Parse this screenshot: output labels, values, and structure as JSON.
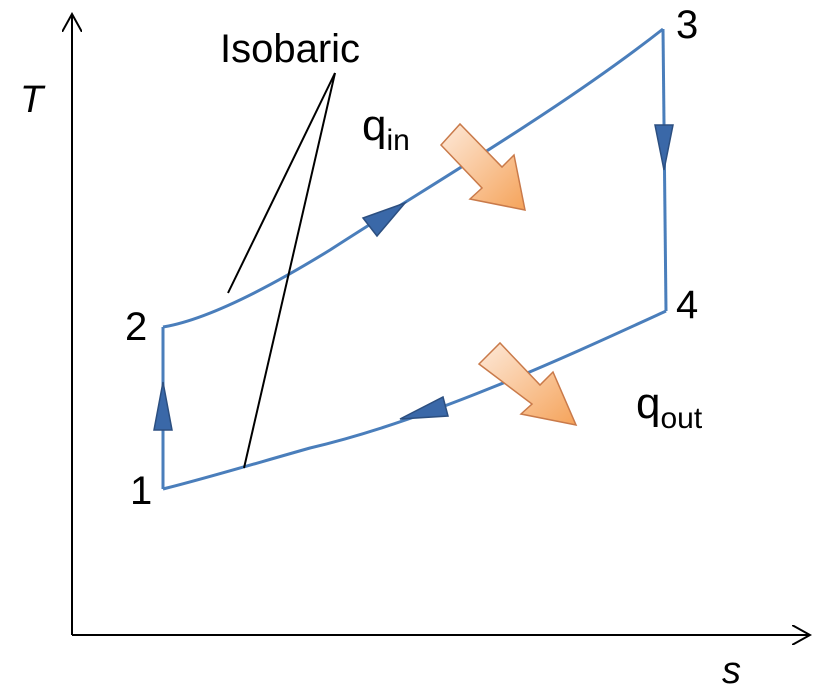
{
  "axes": {
    "y_label": "T",
    "x_label": "s"
  },
  "annotation": {
    "text": "Isobaric"
  },
  "states": [
    {
      "id": "1",
      "label": "1"
    },
    {
      "id": "2",
      "label": "2"
    },
    {
      "id": "3",
      "label": "3"
    },
    {
      "id": "4",
      "label": "4"
    }
  ],
  "heat": {
    "in": {
      "symbol": "q",
      "subscript": "in"
    },
    "out": {
      "symbol": "q",
      "subscript": "out"
    }
  },
  "colors": {
    "cycle_line": "#4a7ebb",
    "arrow_fill": "#3a68a8",
    "axis": "#000000",
    "heat_arrow_light": "#fde9d9",
    "heat_arrow_dark": "#f5a35a",
    "heat_arrow_stroke": "#c0504d"
  }
}
